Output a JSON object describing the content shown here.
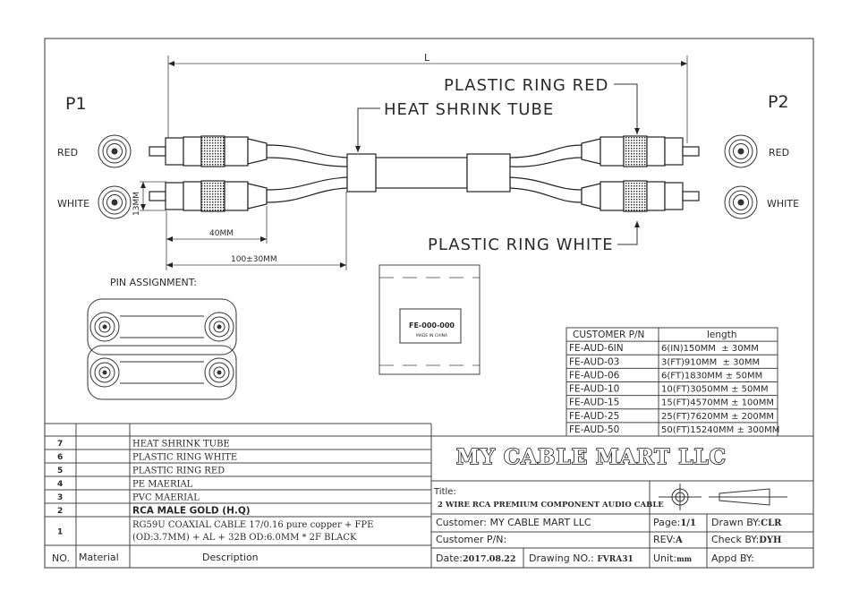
{
  "dimensions": {
    "overall": "L",
    "plug_length": "40MM",
    "breakout_length": "100±30MM",
    "plug_diameter": "13MM"
  },
  "ends": {
    "left": "P1",
    "right": "P2",
    "red": "RED",
    "white": "WHITE"
  },
  "callouts": {
    "heat_shrink": "HEAT SHRINK TUBE",
    "ring_red": "PLASTIC RING RED",
    "ring_white": "PLASTIC RING WHITE"
  },
  "pin_assignment": "PIN ASSIGNMENT:",
  "label": {
    "part_no": "FE-000-000",
    "made_in": "MADE IN CHINA"
  },
  "length_table": {
    "headers": [
      "CUSTOMER P/N",
      "length"
    ],
    "rows": [
      [
        "FE-AUD-6IN",
        "6(IN)150MM  ± 30MM"
      ],
      [
        "FE-AUD-03",
        "3(FT)910MM  ± 30MM"
      ],
      [
        "FE-AUD-06",
        "6(FT)1830MM ± 50MM"
      ],
      [
        "FE-AUD-10",
        "10(FT)3050MM ± 50MM"
      ],
      [
        "FE-AUD-15",
        "15(FT)4570MM ± 100MM"
      ],
      [
        "FE-AUD-25",
        "25(FT)7620MM ± 200MM"
      ],
      [
        "FE-AUD-50",
        "50(FT)15240MM ± 300MM"
      ]
    ]
  },
  "bom": {
    "headers": [
      "NO.",
      "Material",
      "Description"
    ],
    "rows": [
      {
        "no": "7",
        "desc": [
          "HEAT SHRINK TUBE"
        ]
      },
      {
        "no": "6",
        "desc": [
          "PLASTIC RING WHITE"
        ]
      },
      {
        "no": "5",
        "desc": [
          "PLASTIC RING RED"
        ]
      },
      {
        "no": "4",
        "desc": [
          "PE MAERIAL"
        ]
      },
      {
        "no": "3",
        "desc": [
          "PVC MAERIAL"
        ]
      },
      {
        "no": "2",
        "desc": [
          "RCA MALE GOLD (H.Q)"
        ]
      },
      {
        "no": "1",
        "desc": [
          "RG59U COAXIAL CABLE 17/0.16 pure copper + FPE",
          "(OD:3.7MM) + AL + 32B OD:6.0MM * 2F  BLACK"
        ]
      }
    ]
  },
  "title_block": {
    "company": "MY CABLE MART LLC",
    "title_label": "Title:",
    "title": "2 WIRE RCA PREMIUM COMPONENT  AUDIO  CABLE",
    "customer_label": "Customer: ",
    "customer": "MY CABLE MART LLC",
    "customer_pn_label": "Customer P/N:",
    "page_label": "Page:",
    "page": "1/1",
    "drawn_label": "Drawn BY:",
    "drawn": "CLR",
    "rev_label": "REV:",
    "rev": "A",
    "check_label": "Check BY:",
    "check": "DYH",
    "date_label": "Date:",
    "date": "2017.08.22",
    "drawing_no_label": "Drawing NO.: ",
    "drawing_no": "FVRA31",
    "unit_label": "Unit:",
    "unit": "mm",
    "appd_label": "Appd BY:",
    "appd": ""
  }
}
